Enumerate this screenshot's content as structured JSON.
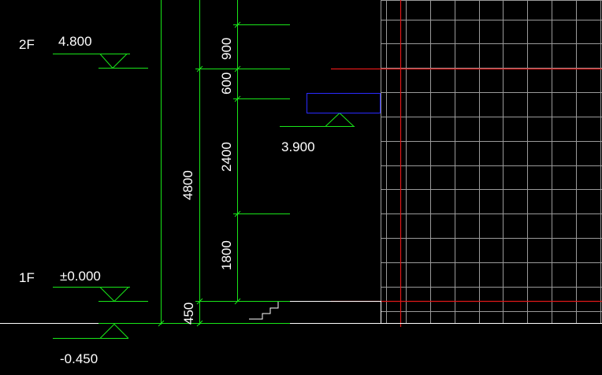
{
  "viewport": {
    "title": "Elevation section drawing",
    "background": "#000000"
  },
  "colors": {
    "green": "#19e619",
    "white": "#ffffff",
    "grid": "#9a9a9a",
    "red": "#e01818",
    "blue": "#2a2aff"
  },
  "floors": {
    "floor_2": {
      "label": "2F",
      "elevation": "4.800"
    },
    "floor_1": {
      "label": "1F",
      "elevation": "±0.000"
    },
    "ground": {
      "elevation": "-0.450"
    },
    "window_sill": {
      "elevation": "3.900"
    }
  },
  "dimensions": {
    "overall": "4800",
    "segments": [
      "900",
      "600",
      "2400",
      "1800",
      "450"
    ]
  }
}
